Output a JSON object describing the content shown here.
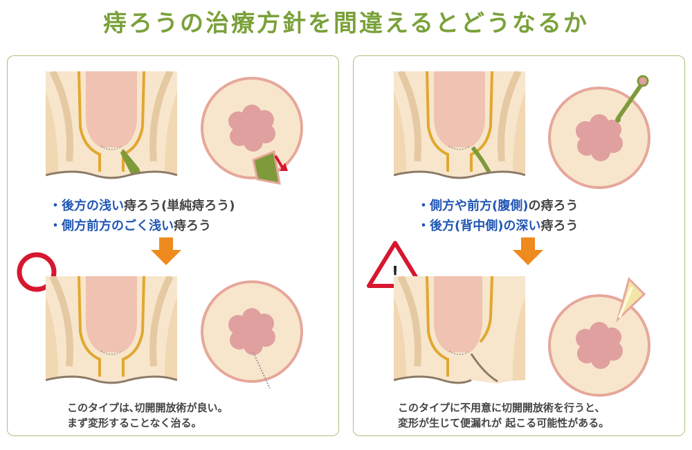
{
  "title": "痔ろうの治療方針を間違えるとどうなるか",
  "left_panel": {
    "line1": {
      "bullet": "・",
      "highlight": "後方の浅い",
      "rest": "痔ろう(単純痔ろう)"
    },
    "line2": {
      "bullet": "・",
      "highlight": "側方前方のごく浅い",
      "rest": "痔ろう"
    },
    "caption_line1": "このタイプは､切開開放術が良い。",
    "caption_line2": "まず変形することなく治る。",
    "marker": "circle"
  },
  "right_panel": {
    "line1": {
      "bullet": "・",
      "highlight": "側方や前方(腹側)",
      "rest": "の痔ろう"
    },
    "line2": {
      "bullet": "・",
      "highlight": "後方(背中側)の深い",
      "rest": "痔ろう"
    },
    "caption_line1": "このタイプに不用意に切開開放術を行うと、",
    "caption_line2": "変形が生じて便漏れが 起こる可能性がある。",
    "marker_symbol": "!"
  },
  "colors": {
    "title": "#7aa13a",
    "panel_border": "#a7c27a",
    "highlight_text": "#1f55b3",
    "arrow": "#ef8a1f",
    "ok_circle": "#d7172f",
    "warning": "#d7172f",
    "fistula": "#7e9a3a"
  }
}
